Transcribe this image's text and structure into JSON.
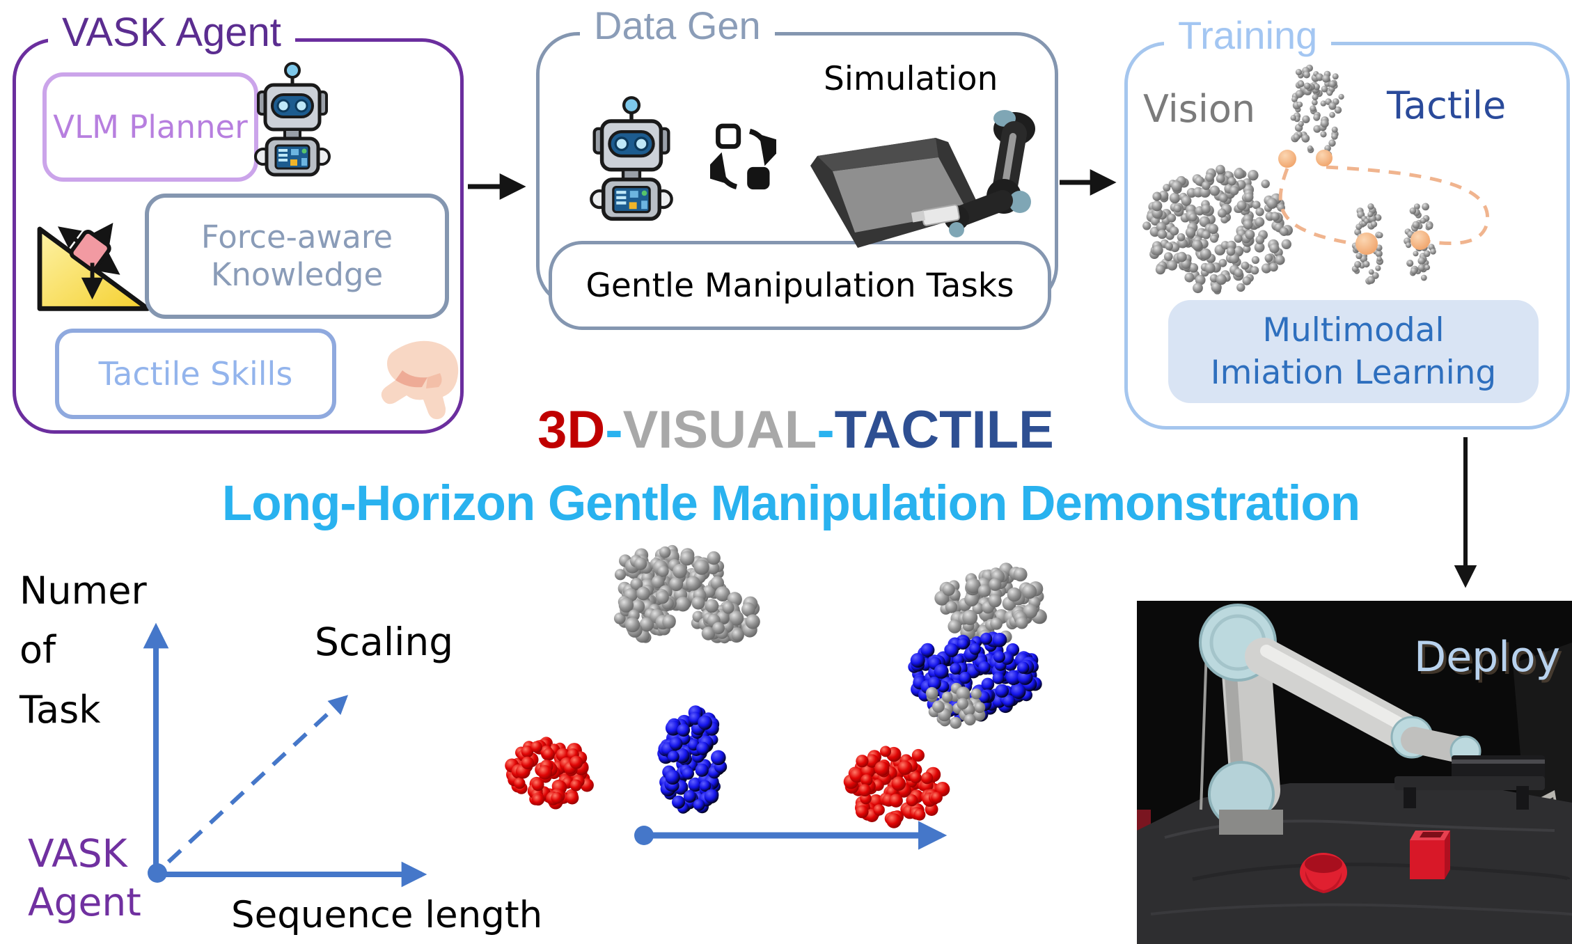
{
  "figure": {
    "vask_box": {
      "title": "VASK Agent",
      "vlm_planner_label": "VLM Planner",
      "force_aware_line1": "Force-aware",
      "force_aware_line2": "Knowledge",
      "tactile_skills_label": "Tactile Skills"
    },
    "data_gen_box": {
      "title": "Data Gen",
      "simulation_label": "Simulation",
      "gentle_tasks_label": "Gentle Manipulation Tasks"
    },
    "training_box": {
      "title": "Training",
      "vision_label": "Vision",
      "tactile_label": "Tactile",
      "multimodal_line1": "Multimodal",
      "multimodal_line2": "Imiation Learning"
    },
    "center_title": {
      "part_3d": "3D",
      "sep1": "-",
      "part_visual": "VISUAL",
      "sep2": "-",
      "part_tactile": "TACTILE",
      "subtitle": "Long-Horizon Gentle Manipulation Demonstration"
    },
    "scaling_chart": {
      "y_axis_line1": "Numer",
      "y_axis_line2": "of",
      "y_axis_line3": "Task",
      "diagonal_label": "Scaling",
      "origin_line1": "VASK",
      "origin_line2": "Agent",
      "x_axis_label": "Sequence length"
    },
    "deploy": {
      "label": "Deploy"
    },
    "icons": [
      "robot-mascot-icon",
      "incline-force-icon",
      "pinch-hand-icon",
      "cycle-sim2real-icon",
      "simulation-render",
      "robot-arm-photo"
    ],
    "colors": {
      "vask_purple": "#6b2e9e",
      "vlm_lavender": "#b77fdf",
      "slate_blue_gray": "#8a9cb8",
      "tactile_periwinkle": "#93b4ec",
      "training_light_blue": "#a3c6f2",
      "vision_gray": "#7b7b7b",
      "tactile_navy": "#2a4a9a",
      "multimodal_blue": "#2e6fbe",
      "title_red": "#c00000",
      "title_gray": "#a8a8a8",
      "title_navy": "#2e4f92",
      "accent_cyan": "#29b2ef",
      "chart_blue": "#4577c9",
      "deploy_label_blue": "#b8d2ee",
      "cloud_gray": "#8a8a8a",
      "cloud_red": "#e01010",
      "cloud_blue": "#1414e6",
      "tactile_dot_orange": "#f5b183"
    }
  }
}
